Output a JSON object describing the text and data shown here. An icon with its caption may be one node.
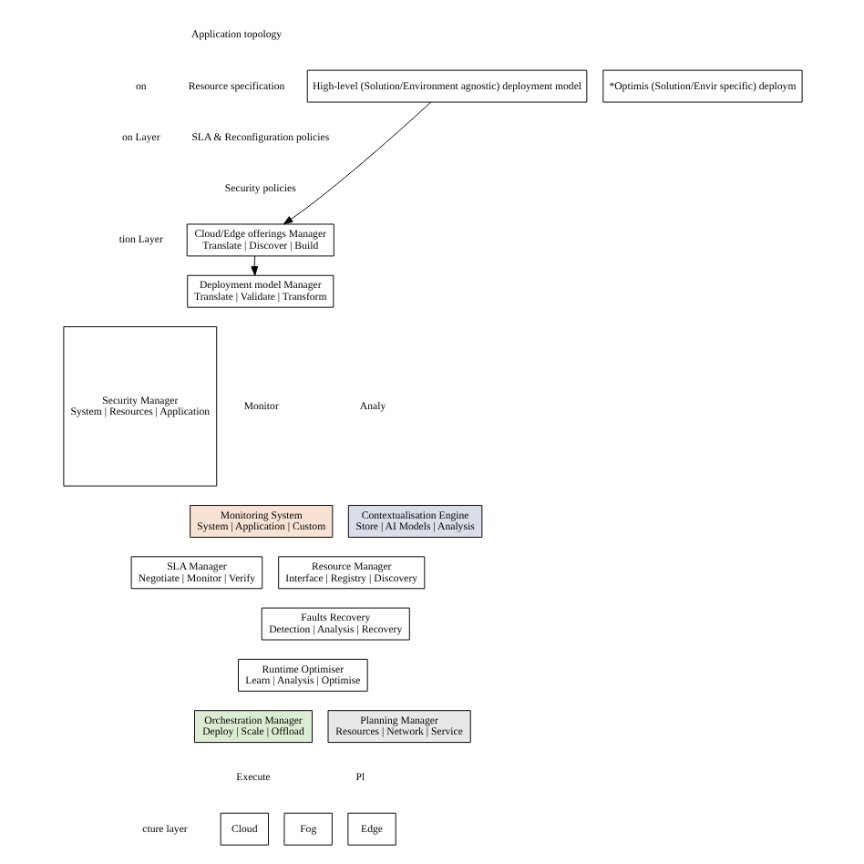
{
  "diagram": {
    "nodes": [
      {
        "text": [
          "High-level (Solution/Environment agnostic) deployment model"
        ]
      },
      {
        "text": [
          "*Optimis (Solution/Envir specific) deploym"
        ]
      },
      {
        "text": [
          "Cloud/Edge offerings Manager",
          "Translate | Discover | Build"
        ]
      },
      {
        "text": [
          "Deployment model Manager",
          "Translate | Validate | Transform"
        ]
      },
      {
        "text": [
          "Security Manager",
          "System | Resources | Application"
        ]
      },
      {
        "text": [
          "Monitoring System",
          "System | Application | Custom"
        ]
      },
      {
        "text": [
          "Contextualisation Engine",
          "Store | AI Models | Analysis"
        ]
      },
      {
        "text": [
          "SLA Manager",
          "Negotiate | Monitor | Verify"
        ]
      },
      {
        "text": [
          "Resource Manager",
          "Interface | Registry | Discovery"
        ]
      },
      {
        "text": [
          "Faults Recovery",
          "Detection | Analysis | Recovery"
        ]
      },
      {
        "text": [
          "Runtime Optimiser",
          "Learn | Analysis | Optimise"
        ]
      },
      {
        "text": [
          "Orchestration Manager",
          "Deploy | Scale | Offload"
        ]
      },
      {
        "text": [
          "Planning Manager",
          "Resources | Network | Service"
        ]
      },
      {
        "text": [
          "Cloud"
        ]
      },
      {
        "text": [
          "Fog"
        ]
      },
      {
        "text": [
          "Edge"
        ]
      }
    ],
    "edges": [
      {
        "from": 0,
        "to": 2,
        "arrow": "to"
      },
      {
        "from": 2,
        "to": 3,
        "arrow": "to"
      }
    ],
    "labels": [
      "Application topology",
      "Resource specification",
      "on",
      "SLA & Reconfiguration policies",
      "on Layer",
      "Security policies",
      "tion Layer",
      "Monitor",
      "Analy",
      "Execute",
      "Pl",
      "cture layer"
    ]
  }
}
